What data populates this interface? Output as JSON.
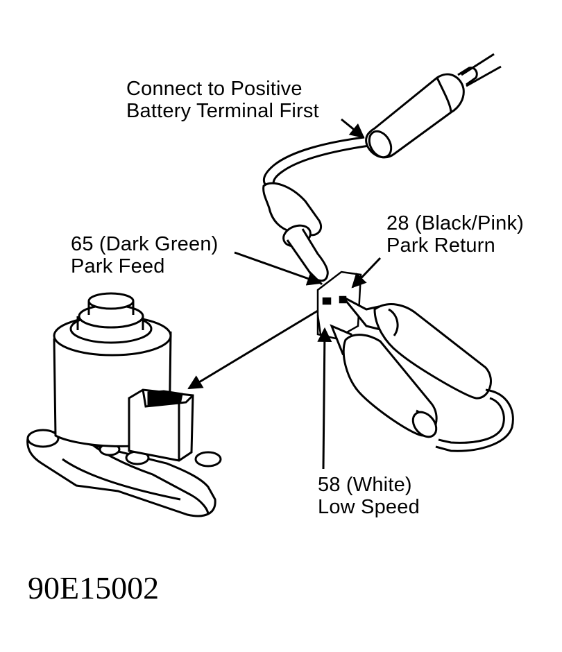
{
  "labels": {
    "battery_line1": "Connect to Positive",
    "battery_line2": "Battery Terminal First",
    "park_feed_line1": "65 (Dark Green)",
    "park_feed_line2": "Park Feed",
    "park_return_line1": "28 (Black/Pink)",
    "park_return_line2": "Park Return",
    "low_speed_line1": "58 (White)",
    "low_speed_line2": "Low Speed"
  },
  "figure_id": "90E15002"
}
